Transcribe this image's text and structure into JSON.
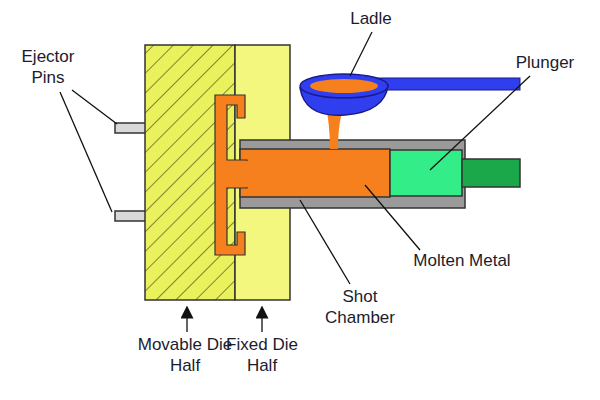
{
  "diagram": {
    "labels": [
      "Ladle",
      "Ejector Pins",
      "Plunger",
      "Molten Metal",
      "Shot Chamber",
      "Movable Die Half",
      "Fixed Die Half"
    ]
  }
}
